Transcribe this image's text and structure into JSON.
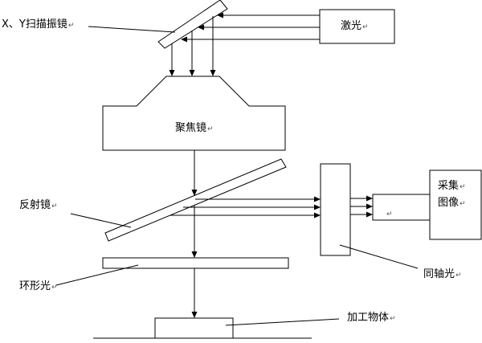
{
  "labels": {
    "scan_mirror": "X、Y扫描振镜",
    "laser": "激光",
    "focus_lens": "聚焦镜",
    "reflector": "反射镜",
    "image_capture_line1": "采集",
    "image_capture_line2": "图像",
    "coaxial_light": "同轴光",
    "ring_light": "环形光",
    "workpiece": "加工物体"
  },
  "paragraph_mark": "↵",
  "colors": {
    "stroke": "#000000",
    "fill": "#ffffff"
  }
}
